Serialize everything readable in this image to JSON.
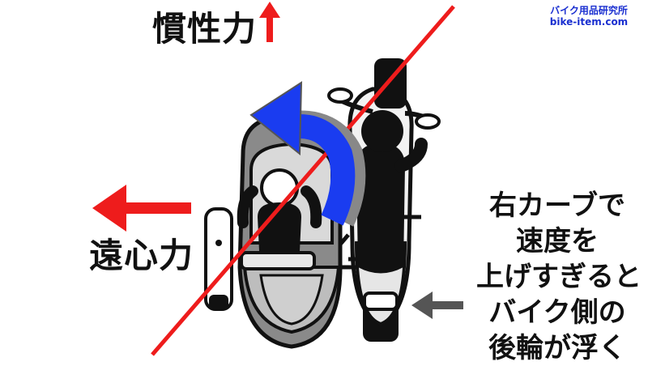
{
  "labels": {
    "inertia": "慣性力",
    "centrifugal": "遠心力"
  },
  "credit": {
    "name": "バイク用品研究所",
    "url": "bike-item.com"
  },
  "note_lines": [
    "右カーブで",
    "速度を",
    "上げすぎると",
    "バイク側の",
    "後輪が浮く"
  ],
  "colors": {
    "red": "#ee1c1c",
    "blue": "#1a3cf0",
    "gray_arrow": "#555555",
    "credit": "#1a2fd0"
  },
  "icons": {
    "inertia_arrow": "arrow-up-icon",
    "centrifugal_arrow": "arrow-left-icon",
    "rotation_arrow": "curved-arrow-icon",
    "pointer_arrow": "arrow-left-icon"
  }
}
